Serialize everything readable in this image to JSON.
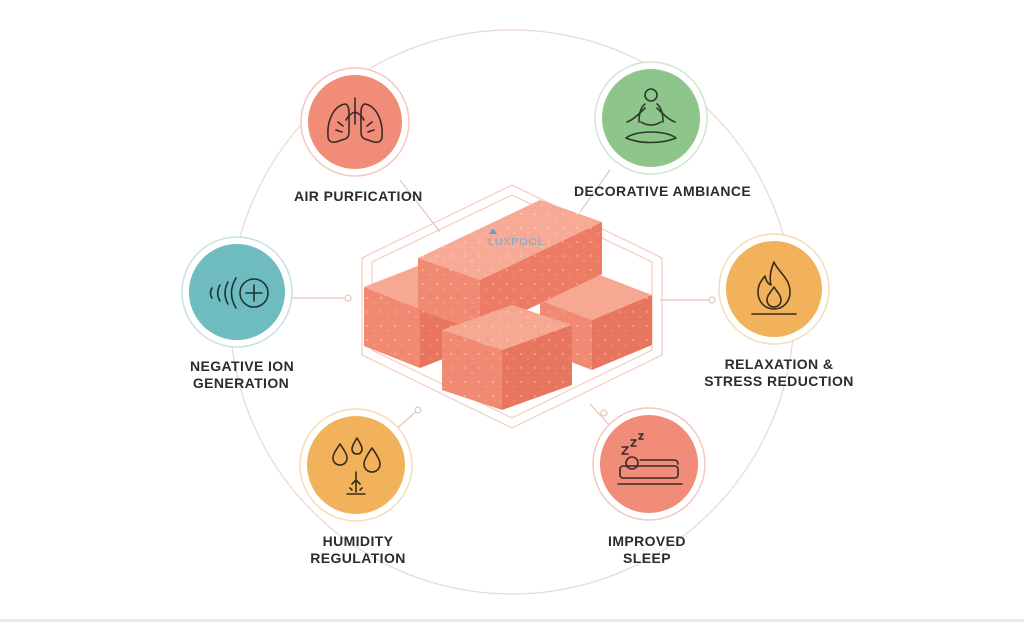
{
  "brand": {
    "logo_text": "LUXPOOL"
  },
  "colors": {
    "brick": "#f08a72",
    "brick_dark": "#e0705a",
    "air": "#f08c78",
    "ambiance": "#8dc58a",
    "ion": "#6fbcc0",
    "relax": "#f2b25c",
    "humidity": "#f2b25c",
    "sleep": "#f08c78"
  },
  "benefits": [
    {
      "id": "air",
      "lines": [
        "AIR PURFICATION"
      ],
      "icon": "lungs-icon"
    },
    {
      "id": "ambiance",
      "lines": [
        "DECORATIVE AMBIANCE"
      ],
      "icon": "meditation-icon"
    },
    {
      "id": "ion",
      "lines": [
        "NEGATIVE ION",
        "GENERATION"
      ],
      "icon": "negative-ion-icon"
    },
    {
      "id": "relax",
      "lines": [
        "RELAXATION &",
        "STRESS REDUCTION"
      ],
      "icon": "flame-icon"
    },
    {
      "id": "humidity",
      "lines": [
        "HUMIDITY",
        "REGULATION"
      ],
      "icon": "water-drops-icon"
    },
    {
      "id": "sleep",
      "lines": [
        "IMPROVED",
        "SLEEP"
      ],
      "icon": "sleep-icon"
    }
  ]
}
